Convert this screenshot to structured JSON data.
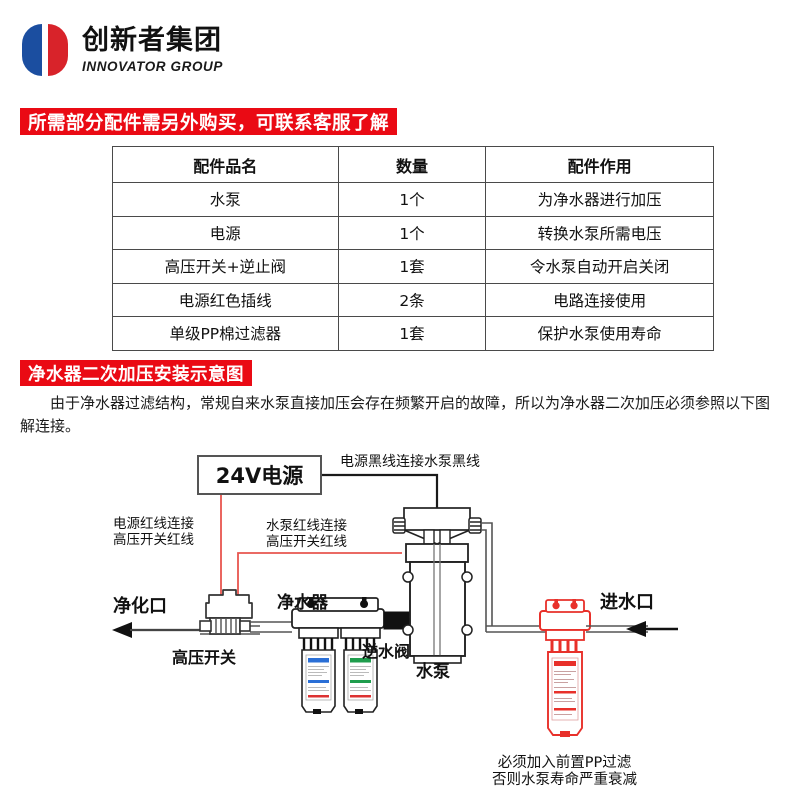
{
  "logo": {
    "cn_name": "创新者集团",
    "en_name": "INNOVATOR GROUP",
    "flag_blue": "#1b4ea0",
    "flag_red": "#d8232a"
  },
  "banners": {
    "parts": "所需部分配件需另外购买，可联系客服了解",
    "diagram": "净水器二次加压安装示意图",
    "color": "#ea0a14"
  },
  "parts_table": {
    "headers": [
      "配件品名",
      "数量",
      "配件作用"
    ],
    "rows": [
      {
        "name": "水泵",
        "qty": "1个",
        "func": "为净水器进行加压"
      },
      {
        "name": "电源",
        "qty": "1个",
        "func": "转换水泵所需电压"
      },
      {
        "name": "高压开关+逆止阀",
        "qty": "1套",
        "func": "令水泵自动开启关闭"
      },
      {
        "name": "电源红色插线",
        "qty": "2条",
        "func": "电路连接使用"
      },
      {
        "name": "单级PP棉过滤器",
        "qty": "1套",
        "func": "保护水泵使用寿命"
      }
    ]
  },
  "intro": "由于净水器过滤结构，常规自来水泵直接加压会存在频繁开启的故障，所以为净水器二次加压必须参照以下图解连接。",
  "diagram": {
    "psu_label": "24V电源",
    "black_wire_label": "电源黑线连接水泵黑线",
    "red_psu_label": "电源红线连接\n高压开关红线",
    "red_pump_label": "水泵红线连接\n高压开关红线",
    "outlet_label": "净化口",
    "hp_switch_label": "高压开关",
    "purifier_label": "净水器",
    "check_valve_label": "逆水阀",
    "pump_label": "水泵",
    "inlet_label": "进水口",
    "note": "必须加入前置PP过滤\n否则水泵寿命严重衰减",
    "wire_red_color": "#e8554f",
    "wire_black_color": "#1a1a1a",
    "filter_red_color": "#e8302a",
    "cartridge_left_color": "#2a6fd6",
    "cartridge_right_color": "#1f9d4d"
  }
}
